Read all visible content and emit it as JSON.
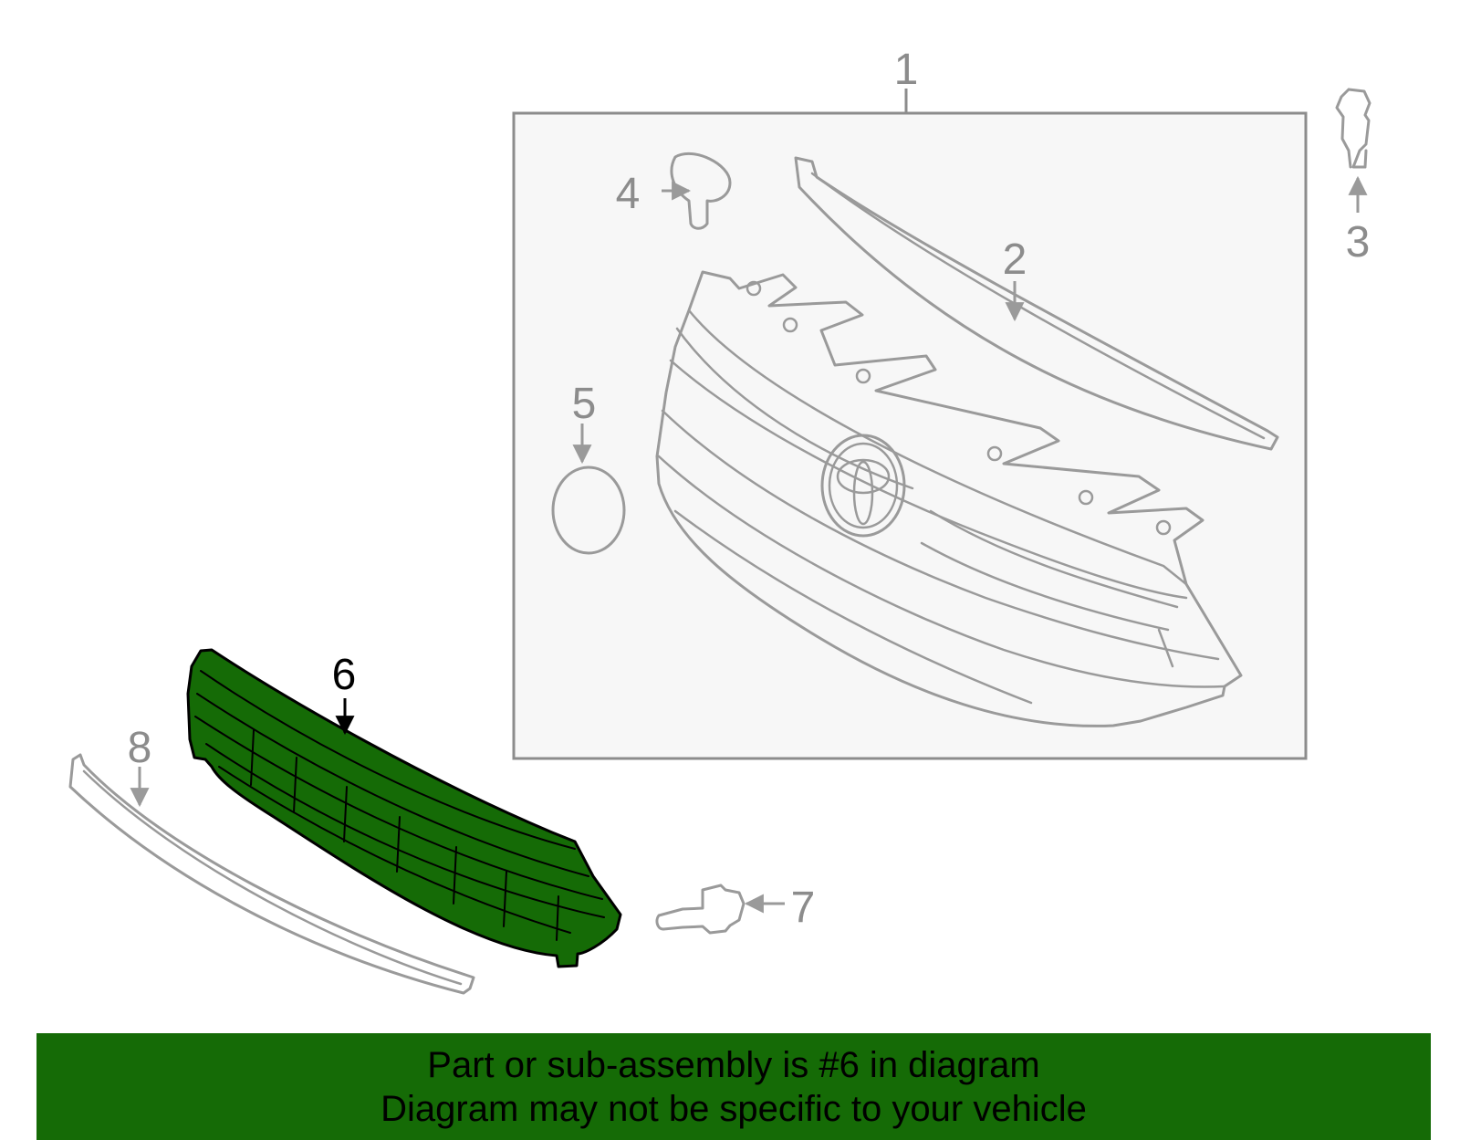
{
  "callouts": {
    "c1": "1",
    "c2": "2",
    "c3": "3",
    "c4": "4",
    "c5": "5",
    "c6": "6",
    "c7": "7",
    "c8": "8"
  },
  "highlight": {
    "part_number": "6",
    "color": "#156b06"
  },
  "banner": {
    "background": "#156b06",
    "line1": "Part or sub-assembly is #6 in diagram",
    "line2": "Diagram may not be specific to your vehicle"
  },
  "colors": {
    "line_gray": "#9a9a9a",
    "label_gray": "#8c8c8c",
    "box_fill": "#f7f7f7",
    "box_stroke": "#8c8c8c"
  }
}
